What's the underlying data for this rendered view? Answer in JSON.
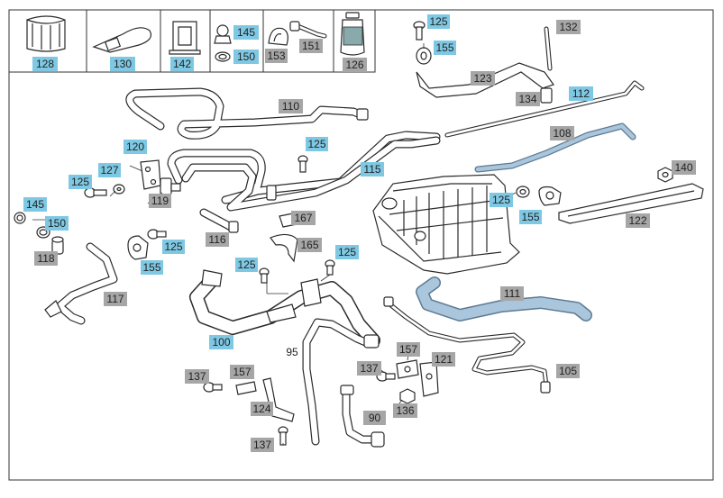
{
  "colors": {
    "label_blue": "#7ec8e3",
    "label_gray": "#a6a6a6",
    "hose_highlight": "#a9c6dd",
    "frame": "#333333"
  },
  "callouts": [
    {
      "id": "128",
      "style": "blue"
    },
    {
      "id": "130",
      "style": "blue"
    },
    {
      "id": "142",
      "style": "blue"
    },
    {
      "id": "145",
      "style": "blue"
    },
    {
      "id": "150",
      "style": "blue"
    },
    {
      "id": "151",
      "style": "gray"
    },
    {
      "id": "153",
      "style": "gray"
    },
    {
      "id": "126",
      "style": "gray"
    },
    {
      "id": "125",
      "style": "blue"
    },
    {
      "id": "132",
      "style": "gray"
    },
    {
      "id": "155",
      "style": "blue"
    },
    {
      "id": "123",
      "style": "gray"
    },
    {
      "id": "134",
      "style": "gray"
    },
    {
      "id": "112",
      "style": "blue"
    },
    {
      "id": "110",
      "style": "gray"
    },
    {
      "id": "108",
      "style": "gray"
    },
    {
      "id": "120",
      "style": "blue"
    },
    {
      "id": "125",
      "style": "blue"
    },
    {
      "id": "127",
      "style": "blue"
    },
    {
      "id": "125",
      "style": "blue"
    },
    {
      "id": "115",
      "style": "blue"
    },
    {
      "id": "140",
      "style": "gray"
    },
    {
      "id": "145",
      "style": "blue"
    },
    {
      "id": "119",
      "style": "gray"
    },
    {
      "id": "125",
      "style": "blue"
    },
    {
      "id": "122",
      "style": "gray"
    },
    {
      "id": "150",
      "style": "blue"
    },
    {
      "id": "167",
      "style": "gray"
    },
    {
      "id": "155",
      "style": "blue"
    },
    {
      "id": "116",
      "style": "gray"
    },
    {
      "id": "118",
      "style": "gray"
    },
    {
      "id": "125",
      "style": "blue"
    },
    {
      "id": "165",
      "style": "gray"
    },
    {
      "id": "125",
      "style": "blue"
    },
    {
      "id": "155",
      "style": "blue"
    },
    {
      "id": "125",
      "style": "blue"
    },
    {
      "id": "111",
      "style": "gray"
    },
    {
      "id": "117",
      "style": "gray"
    },
    {
      "id": "100",
      "style": "blue"
    },
    {
      "id": "95",
      "style": "none"
    },
    {
      "id": "157",
      "style": "gray"
    },
    {
      "id": "121",
      "style": "gray"
    },
    {
      "id": "137",
      "style": "gray"
    },
    {
      "id": "157",
      "style": "gray"
    },
    {
      "id": "137",
      "style": "gray"
    },
    {
      "id": "105",
      "style": "gray"
    },
    {
      "id": "124",
      "style": "gray"
    },
    {
      "id": "136",
      "style": "gray"
    },
    {
      "id": "90",
      "style": "gray"
    },
    {
      "id": "137",
      "style": "gray"
    }
  ]
}
